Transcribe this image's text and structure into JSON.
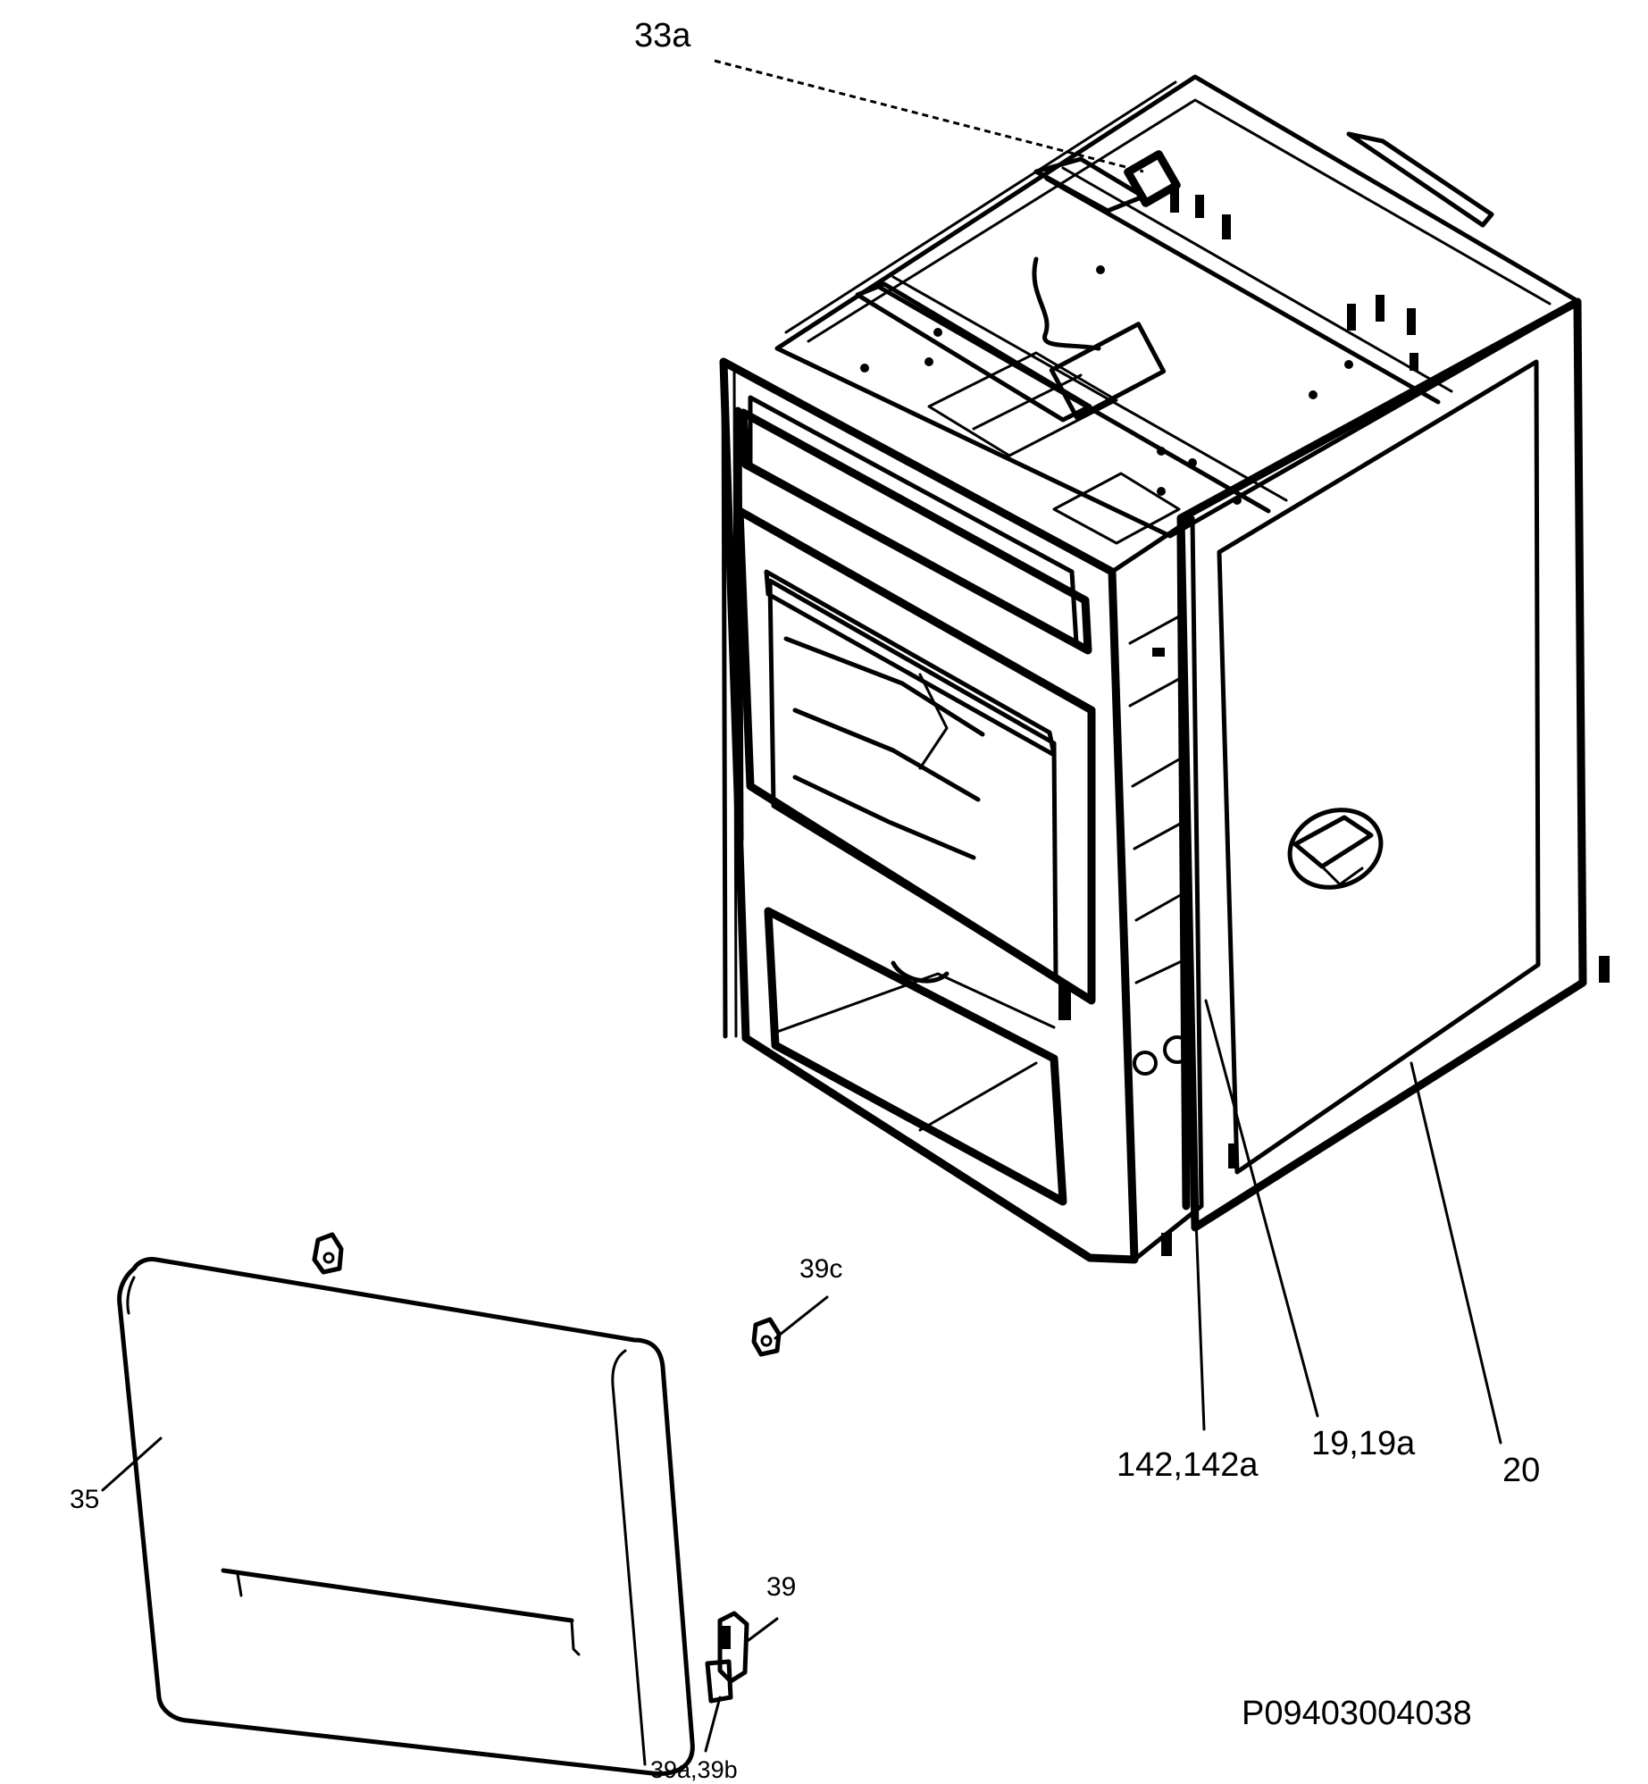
{
  "diagram": {
    "part_labels": {
      "l_33a": "33a",
      "l_142": "142,142a",
      "l_19": "19,19a",
      "l_20": "20",
      "l_39c": "39c",
      "l_35": "35",
      "l_39": "39",
      "l_39ab": "39a,39b"
    },
    "drawing_number": "P09403004038"
  }
}
